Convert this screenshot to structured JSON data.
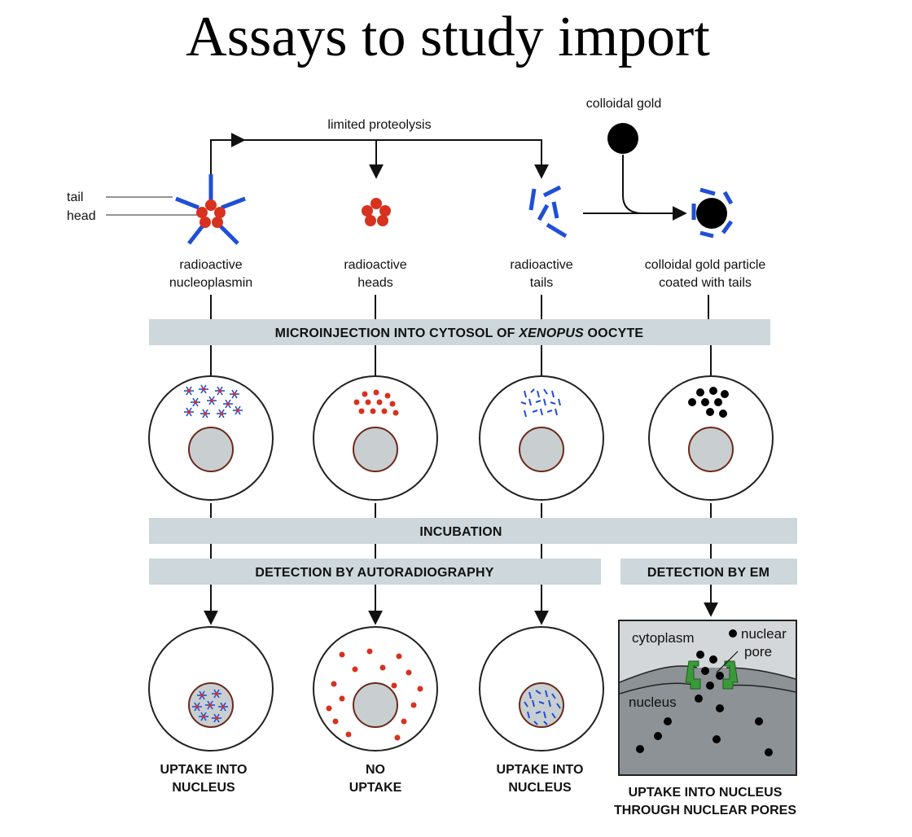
{
  "title": "Assays to study import",
  "labels": {
    "limited_proteolysis": "limited proteolysis",
    "colloidal_gold": "colloidal gold",
    "tail": "tail",
    "head": "head",
    "col1_line1": "radioactive",
    "col1_line2": "nucleoplasmin",
    "col2_line1": "radioactive",
    "col2_line2": "heads",
    "col3_line1": "radioactive",
    "col3_line2": "tails",
    "col4_line1": "colloidal gold particle",
    "col4_line2": "coated with tails"
  },
  "bars": {
    "microinjection_prefix": "MICROINJECTION INTO CYTOSOL OF ",
    "microinjection_species": "XENOPUS",
    "microinjection_suffix": " OOCYTE",
    "incubation": "INCUBATION",
    "autoradiography": "DETECTION BY AUTORADIOGRAPHY",
    "em": "DETECTION BY EM"
  },
  "em_panel": {
    "cytoplasm": "cytoplasm",
    "nuclear": "nuclear",
    "pore": "pore",
    "nucleus": "nucleus"
  },
  "results": {
    "r1_line1": "UPTAKE INTO",
    "r1_line2": "NUCLEUS",
    "r2_line1": "NO",
    "r2_line2": "UPTAKE",
    "r3_line1": "UPTAKE INTO",
    "r3_line2": "NUCLEUS",
    "r4_line1": "UPTAKE INTO NUCLEUS",
    "r4_line2": "THROUGH NUCLEAR PORES"
  },
  "colors": {
    "head_red": "#d8311f",
    "tail_blue": "#1f4fd6",
    "bar_gray": "#cdd7dc",
    "nucleus_gray": "#c9cfd1",
    "nucleus_border": "#6b2a1a",
    "em_nucleus": "#8c9295",
    "em_cytoplasm": "#d3d7d9",
    "pore_green": "#3a9a3a"
  }
}
